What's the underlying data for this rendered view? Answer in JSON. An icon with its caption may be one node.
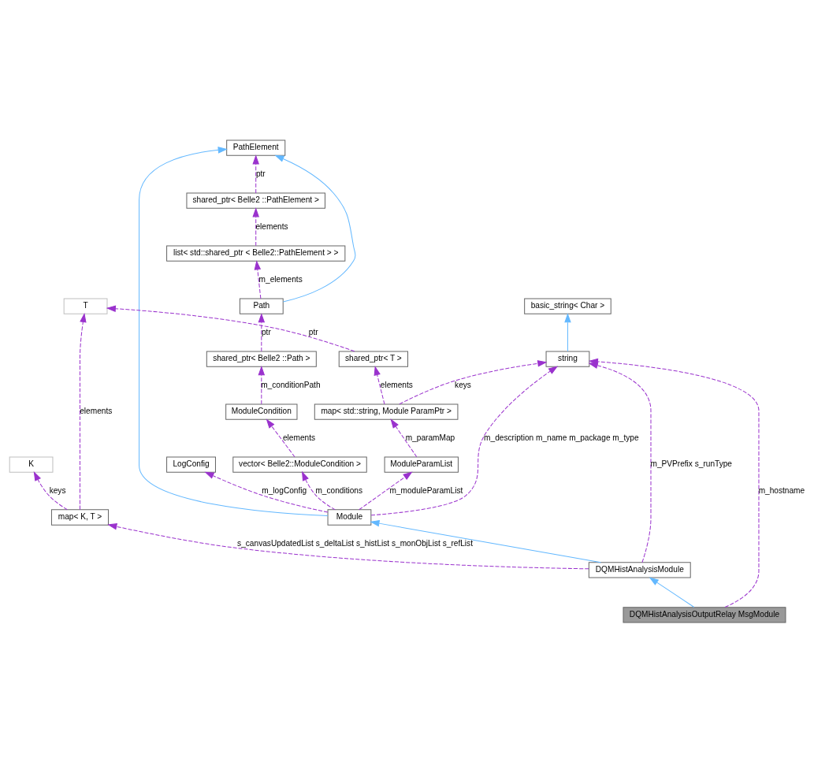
{
  "diagram": {
    "nodes": [
      {
        "text": [
          "DQMHistAnalysisOutputRelay MsgModule"
        ]
      },
      {
        "text": [
          "DQMHistAnalysisModule"
        ]
      },
      {
        "text": [
          "Module"
        ]
      },
      {
        "text": [
          "PathElement"
        ]
      },
      {
        "text": [
          "shared_ptr< Belle2 ::PathElement >"
        ]
      },
      {
        "text": [
          "list< std::shared_ptr < Belle2::PathElement > >"
        ]
      },
      {
        "text": [
          "Path"
        ]
      },
      {
        "text": [
          "shared_ptr< Belle2 ::Path >"
        ]
      },
      {
        "text": [
          "ModuleCondition"
        ]
      },
      {
        "text": [
          "vector< Belle2::ModuleCondition >"
        ]
      },
      {
        "text": [
          "ModuleParamList"
        ]
      },
      {
        "text": [
          "map< std::string, Module ParamPtr >"
        ]
      },
      {
        "text": [
          "shared_ptr< T >"
        ]
      },
      {
        "text": [
          "T"
        ]
      },
      {
        "text": [
          "map< K, T >"
        ]
      },
      {
        "text": [
          "K"
        ]
      },
      {
        "text": [
          "string"
        ]
      },
      {
        "text": [
          "basic_string< Char >"
        ]
      },
      {
        "text": [
          "LogConfig"
        ]
      }
    ],
    "edges": [
      {
        "from": 0,
        "to": 1,
        "arrow": "to",
        "color": "#63b8ff"
      },
      {
        "from": 0,
        "to": 16,
        "arrow": "to",
        "style": "dashed",
        "label": "m_hostname"
      },
      {
        "from": 1,
        "to": 2,
        "arrow": "to",
        "color": "#63b8ff"
      },
      {
        "from": 1,
        "to": 16,
        "arrow": "to",
        "style": "dashed",
        "label": "m_PVPrefix s_runType"
      },
      {
        "from": 1,
        "to": 14,
        "arrow": "to",
        "style": "dashed",
        "label": "s_canvasUpdatedList s_deltaList s_histList s_monObjList s_refList"
      },
      {
        "from": 2,
        "to": 16,
        "arrow": "to",
        "style": "dashed",
        "label": "m_description m_name m_package m_type"
      },
      {
        "from": 2,
        "to": 10,
        "arrow": "to",
        "style": "dashed",
        "label": "m_moduleParamList"
      },
      {
        "from": 2,
        "to": 18,
        "arrow": "to",
        "style": "dashed",
        "label": "m_logConfig"
      },
      {
        "from": 2,
        "to": 9,
        "arrow": "to",
        "style": "dashed",
        "label": "m_conditions"
      },
      {
        "from": 2,
        "to": 3,
        "arrow": "to",
        "color": "#63b8ff"
      },
      {
        "from": 9,
        "to": 8,
        "arrow": "to",
        "style": "dashed",
        "label": "elements"
      },
      {
        "from": 8,
        "to": 7,
        "arrow": "to",
        "style": "dashed",
        "label": "m_conditionPath"
      },
      {
        "from": 7,
        "to": 6,
        "arrow": "to",
        "style": "dashed",
        "label": "ptr"
      },
      {
        "from": 6,
        "to": 5,
        "arrow": "to",
        "style": "dashed",
        "label": "m_elements"
      },
      {
        "from": 6,
        "to": 3,
        "arrow": "to",
        "color": "#63b8ff"
      },
      {
        "from": 5,
        "to": 4,
        "arrow": "to",
        "style": "dashed",
        "label": "elements"
      },
      {
        "from": 4,
        "to": 3,
        "arrow": "to",
        "style": "dashed",
        "label": "ptr"
      },
      {
        "from": 10,
        "to": 11,
        "arrow": "to",
        "style": "dashed",
        "label": "m_paramMap"
      },
      {
        "from": 11,
        "to": 16,
        "arrow": "to",
        "style": "dashed",
        "label": "keys"
      },
      {
        "from": 11,
        "to": 12,
        "arrow": "to",
        "style": "dashed",
        "label": "elements"
      },
      {
        "from": 12,
        "to": 13,
        "arrow": "to",
        "style": "dashed",
        "label": "ptr"
      },
      {
        "from": 14,
        "to": 15,
        "arrow": "to",
        "style": "dashed",
        "label": "keys"
      },
      {
        "from": 14,
        "to": 13,
        "arrow": "to",
        "style": "dashed",
        "label": "elements"
      },
      {
        "from": 16,
        "to": 17,
        "arrow": "to",
        "color": "#63b8ff"
      }
    ]
  }
}
